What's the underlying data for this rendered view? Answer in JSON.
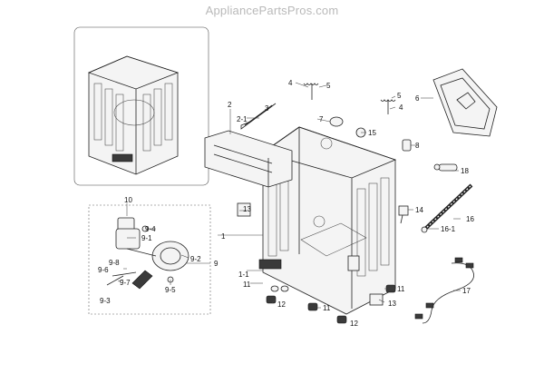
{
  "watermark": "AppliancePartsPros.com",
  "callouts": {
    "c1": "1",
    "c1_1": "1-1",
    "c2": "2",
    "c2_1": "2-1",
    "c3": "3",
    "c4a": "4",
    "c4b": "4",
    "c5a": "5",
    "c5b": "5",
    "c6": "6",
    "c7": "7",
    "c8": "8",
    "c9": "9",
    "c9_1": "9-1",
    "c9_2": "9-2",
    "c9_3": "9-3",
    "c9_4": "9-4",
    "c9_5": "9-5",
    "c9_6": "9-6",
    "c9_7": "9-7",
    "c9_8": "9-8",
    "c10": "10",
    "c11a": "11",
    "c11b": "11",
    "c11c": "11",
    "c12a": "12",
    "c12b": "12",
    "c13a": "13",
    "c13b": "13",
    "c14": "14",
    "c15": "15",
    "c16": "16",
    "c16_1": "16-1",
    "c17": "17",
    "c18": "18"
  }
}
